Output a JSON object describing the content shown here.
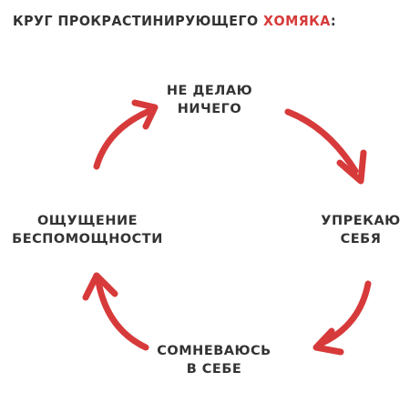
{
  "title": {
    "text": "КРУГ ПРОКРАСТИНИРУЮЩЕГО ",
    "highlight": "ХОМЯКА",
    "suffix": ":"
  },
  "cycle": {
    "top": {
      "line1": "НЕ ДЕЛАЮ",
      "line2": "НИЧЕГО"
    },
    "right": {
      "line1": "УПРЕКАЮ",
      "line2": "СЕБЯ"
    },
    "bottom": {
      "line1": "СОМНЕВАЮСЬ",
      "line2": "В СЕБЕ"
    },
    "left": {
      "line1": "ОЩУЩЕНИЕ",
      "line2": "БЕСПОМОЩНОСТИ"
    }
  },
  "colors": {
    "arrow": "#d73a3a",
    "text": "#333333",
    "accent": "#d73a3a"
  }
}
